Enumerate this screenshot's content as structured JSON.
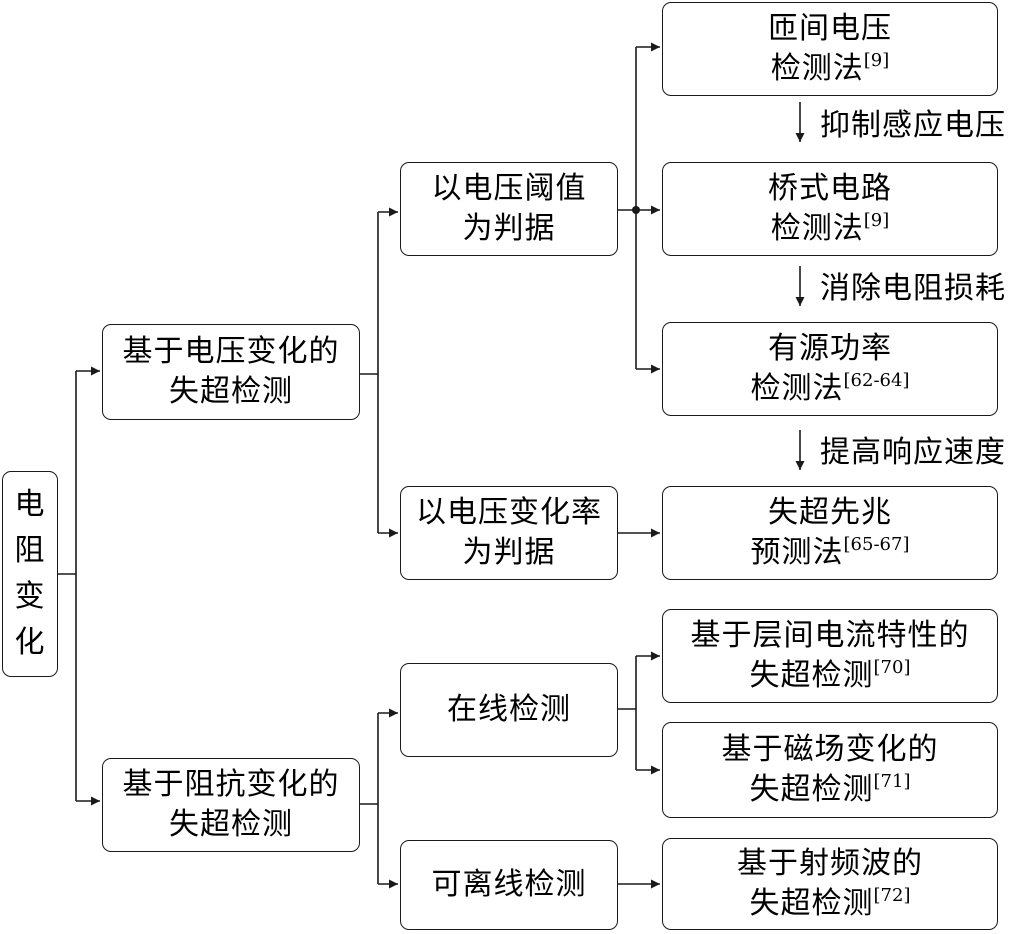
{
  "root": {
    "chars": [
      "电",
      "阻",
      "变",
      "化"
    ]
  },
  "branches": {
    "voltage": {
      "line1": "基于电压变化的",
      "line2": "失超检测"
    },
    "impedance": {
      "line1": "基于阻抗变化的",
      "line2": "失超检测"
    }
  },
  "criteria": {
    "threshold": {
      "line1": "以电压阈值",
      "line2": "为判据"
    },
    "rate": {
      "line1": "以电压变化率",
      "line2": "为判据"
    },
    "online": {
      "line1": "在线检测"
    },
    "offline": {
      "line1": "可离线检测"
    }
  },
  "methods": {
    "turn_voltage": {
      "line1": "匝间电压",
      "line2": "检测法",
      "ref": "[9]"
    },
    "bridge": {
      "line1": "桥式电路",
      "line2": "检测法",
      "ref": "[9]"
    },
    "active_power": {
      "line1": "有源功率",
      "line2": "检测法",
      "ref": "[62-64]"
    },
    "precursor": {
      "line1": "失超先兆",
      "line2": "预测法",
      "ref": "[65-67]"
    },
    "interlayer": {
      "line1": "基于层间电流特性的",
      "line2": "失超检测",
      "ref": "[70]"
    },
    "magnetic": {
      "line1": "基于磁场变化的",
      "line2": "失超检测",
      "ref": "[71]"
    },
    "rf": {
      "line1": "基于射频波的",
      "line2": "失超检测",
      "ref": "[72]"
    }
  },
  "notes": {
    "suppress": "抑制感应电压",
    "eliminate": "消除电阻损耗",
    "improve": "提高响应速度"
  }
}
